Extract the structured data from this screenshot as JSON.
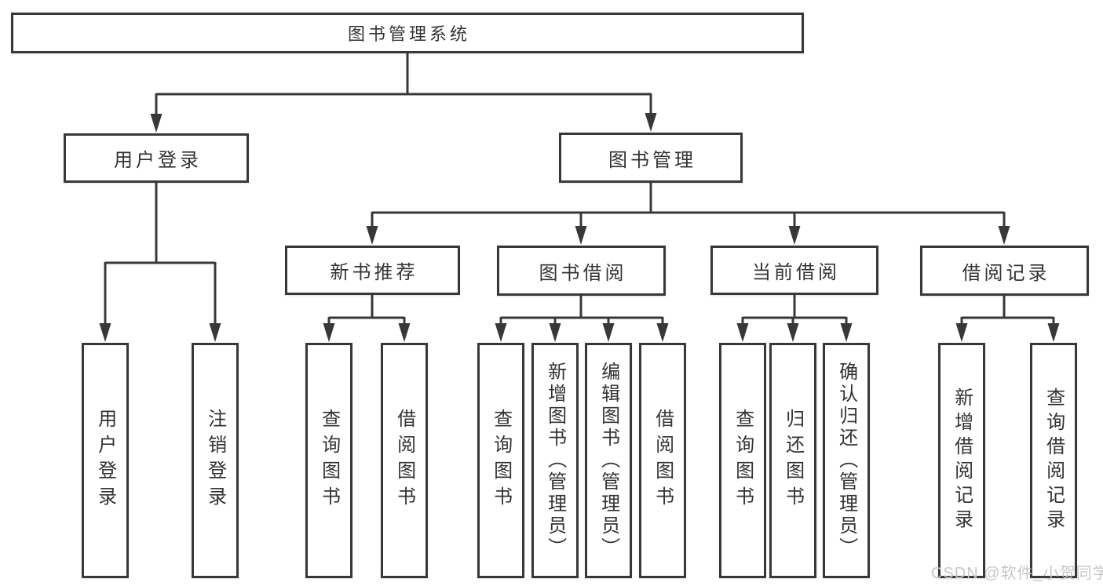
{
  "diagram": {
    "type": "tree",
    "nodes": {
      "root": {
        "label": "图书管理系统"
      },
      "user_login": {
        "label": "用户登录"
      },
      "book_mgmt": {
        "label": "图书管理"
      },
      "leaf_user_login": {
        "label": "用户登录"
      },
      "leaf_logout": {
        "label": "注销登录"
      },
      "new_book": {
        "label": "新书推荐"
      },
      "borrow": {
        "label": "图书借阅"
      },
      "current": {
        "label": "当前借阅"
      },
      "record": {
        "label": "借阅记录"
      },
      "nb_query": {
        "label": "查询图书"
      },
      "nb_borrow": {
        "label": "借阅图书"
      },
      "bw_query": {
        "label": "查询图书"
      },
      "bw_add": {
        "label": "新增图书（管理员）"
      },
      "bw_edit": {
        "label": "编辑图书（管理员）"
      },
      "bw_borrow": {
        "label": "借阅图书"
      },
      "cb_query": {
        "label": "查询图书"
      },
      "cb_return": {
        "label": "归还图书"
      },
      "cb_confirm": {
        "label": "确认归还（管理员）"
      },
      "br_add": {
        "label": "新增借阅记录"
      },
      "br_query": {
        "label": "查询借阅记录"
      }
    },
    "hierarchy": {
      "图书管理系统": {
        "用户登录": [
          "用户登录",
          "注销登录"
        ],
        "图书管理": {
          "新书推荐": [
            "查询图书",
            "借阅图书"
          ],
          "图书借阅": [
            "查询图书",
            "新增图书（管理员）",
            "编辑图书（管理员）",
            "借阅图书"
          ],
          "当前借阅": [
            "查询图书",
            "归还图书",
            "确认归还（管理员）"
          ],
          "借阅记录": [
            "新增借阅记录",
            "查询借阅记录"
          ]
        }
      }
    }
  },
  "watermark": {
    "text": "CSDN @软件_小贺同学"
  },
  "colors": {
    "line": "#383838",
    "box_border": "#383838",
    "text": "#333333",
    "watermark": "#c7c7c7",
    "background": "#ffffff"
  }
}
